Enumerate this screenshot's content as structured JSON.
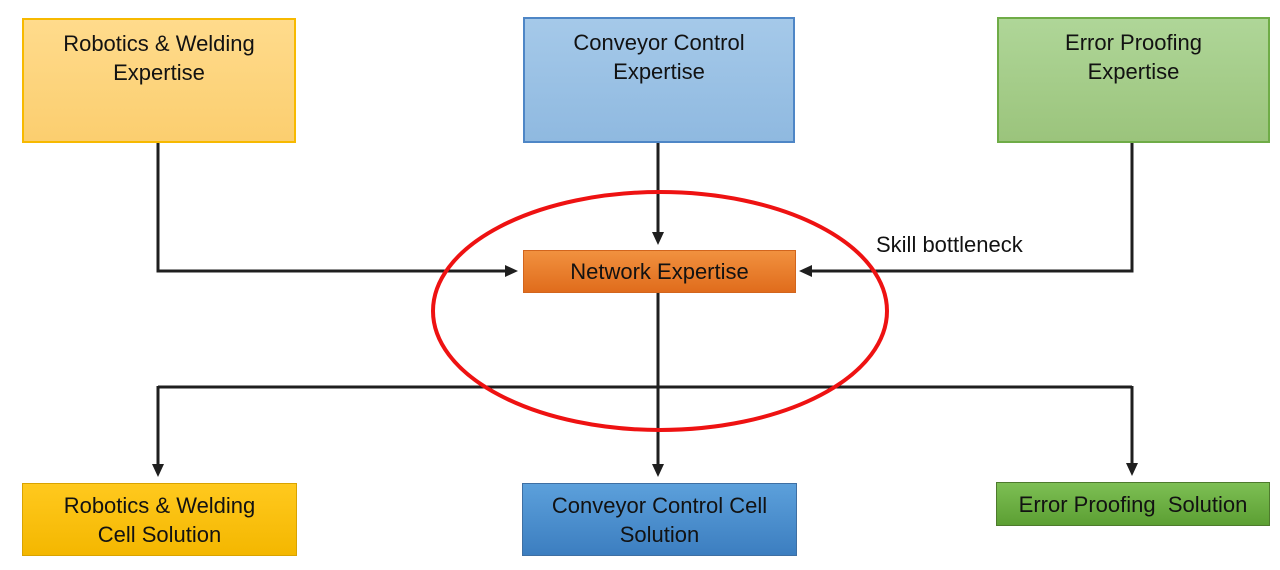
{
  "diagram": {
    "background": "#FFFFFF",
    "nodes": {
      "robotics_expertise": {
        "label": "Robotics & Welding\nExpertise",
        "fill": "#FDD57E",
        "border": "#F7B900",
        "row": "top"
      },
      "conveyor_expertise": {
        "label": "Conveyor Control\nExpertise",
        "fill": "#9DC3E6",
        "border": "#4E86C6",
        "row": "top"
      },
      "error_expertise": {
        "label": "Error Proofing\nExpertise",
        "fill": "#A9D18E",
        "border": "#6FAC47",
        "row": "top"
      },
      "network_expertise": {
        "label": "Network Expertise",
        "fill": "#ED7D31",
        "border": "#D2651D",
        "row": "middle"
      },
      "robotics_solution": {
        "label": "Robotics & Welding\nCell Solution",
        "fill": "#FFC000",
        "border": "#D9A300",
        "row": "bottom"
      },
      "conveyor_solution": {
        "label": "Conveyor Control Cell\nSolution",
        "fill": "#4E96D2",
        "border": "#3E6FA3",
        "row": "bottom"
      },
      "error_solution": {
        "label": "Error Proofing  Solution",
        "fill": "#6CB33F",
        "border": "#4E7A2D",
        "row": "bottom"
      }
    },
    "annotation": {
      "skill_bottleneck": "Skill bottleneck"
    },
    "highlight_ellipse": {
      "color": "#EE1212",
      "around": "network_expertise"
    },
    "edge_color": "#1F1F1F",
    "edges": [
      {
        "from": "robotics_expertise",
        "to": "network_expertise"
      },
      {
        "from": "conveyor_expertise",
        "to": "network_expertise"
      },
      {
        "from": "error_expertise",
        "to": "network_expertise"
      },
      {
        "from": "network_expertise",
        "to": "robotics_solution"
      },
      {
        "from": "network_expertise",
        "to": "conveyor_solution"
      },
      {
        "from": "network_expertise",
        "to": "error_solution"
      }
    ]
  }
}
